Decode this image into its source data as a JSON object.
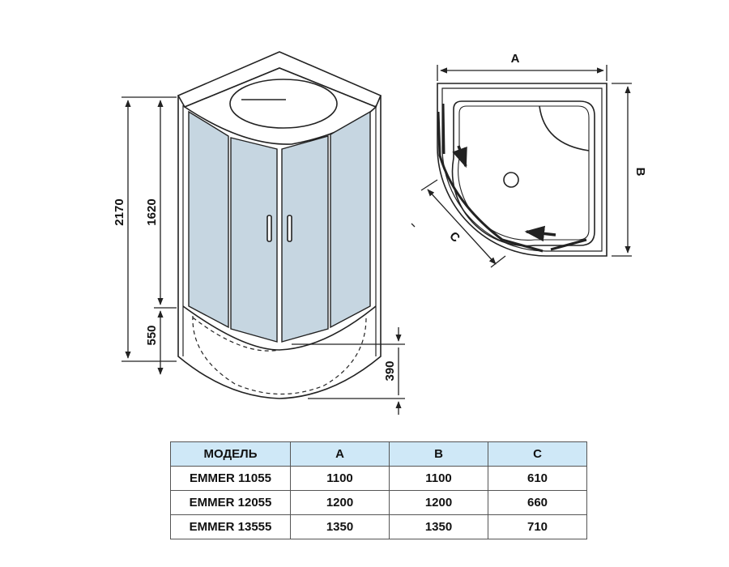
{
  "drawing": {
    "dim_total_height": "2170",
    "dim_glass_height": "1620",
    "dim_base_height": "550",
    "dim_tray_height": "390",
    "plan_label_a": "A",
    "plan_label_b": "B",
    "plan_label_c": "C"
  },
  "colors": {
    "glass": "#c6d6e1",
    "line": "#222222",
    "header_fill": "#cfe8f7"
  },
  "table": {
    "headers": [
      "МОДЕЛЬ",
      "A",
      "B",
      "C"
    ],
    "rows": [
      [
        "EMMER 11055",
        "1100",
        "1100",
        "610"
      ],
      [
        "EMMER 12055",
        "1200",
        "1200",
        "660"
      ],
      [
        "EMMER 13555",
        "1350",
        "1350",
        "710"
      ]
    ]
  }
}
